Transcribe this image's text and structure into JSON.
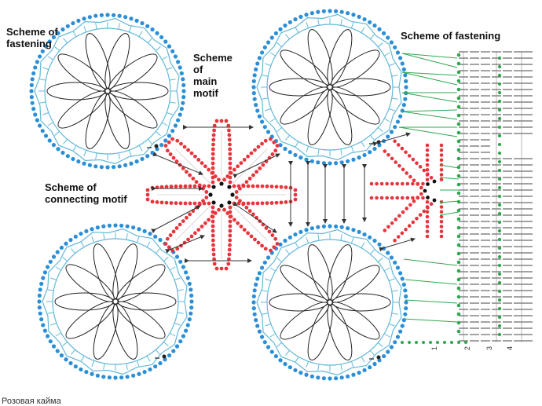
{
  "labels": {
    "fastening_left": "Scheme of\nfastening",
    "main_motif": "Scheme\nof\nmain\nmotif",
    "fastening_right": "Scheme of fastening",
    "connecting_motif": "Scheme of\nconnecting motif"
  },
  "strip_numbers": [
    "1",
    "2",
    "3",
    "4"
  ],
  "caption": "Розовая кайма",
  "colors": {
    "blue_dots": "#2a8fd6",
    "light_blue": "#62b8d9",
    "red_dots": "#e8343c",
    "green": "#2fa84f",
    "petal": "#222222",
    "arrow": "#333333"
  },
  "motifs": [
    "top-left",
    "top-right",
    "bottom-left",
    "bottom-right"
  ]
}
